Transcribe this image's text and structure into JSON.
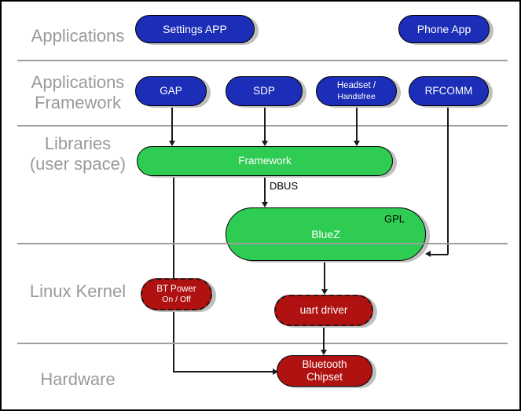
{
  "layers": [
    {
      "id": "applications",
      "label_lines": [
        "Applications"
      ]
    },
    {
      "id": "applications_framework",
      "label_lines": [
        "Applications",
        "Framework"
      ]
    },
    {
      "id": "libraries_user_space",
      "label_lines": [
        "Libraries",
        "(user space)"
      ]
    },
    {
      "id": "linux_kernel",
      "label_lines": [
        "Linux Kernel"
      ]
    },
    {
      "id": "hardware",
      "label_lines": [
        "Hardware"
      ]
    }
  ],
  "nodes": {
    "settings_app": {
      "label": "Settings APP"
    },
    "phone_app": {
      "label": "Phone App"
    },
    "gap": {
      "label": "GAP"
    },
    "sdp": {
      "label": "SDP"
    },
    "headset": {
      "line1": "Headset /",
      "line2": "Handsfree"
    },
    "rfcomm": {
      "label": "RFCOMM"
    },
    "framework": {
      "label": "Framework"
    },
    "bluez": {
      "label": "BlueZ",
      "badge": "GPL"
    },
    "bt_power": {
      "line1": "BT Power",
      "line2": "On / Off"
    },
    "uart_driver": {
      "label": "uart driver"
    },
    "bluetooth_chipset": {
      "line1": "Bluetooth",
      "line2": "Chipset"
    }
  },
  "edges": {
    "dbus_label": "DBUS"
  },
  "colors": {
    "app_blue": "#1c2db8",
    "lib_green": "#2ecc52",
    "kernel_red": "#b01111",
    "label_gray": "#9a9a9a",
    "separator_gray": "#9e9e9e",
    "shadow_gray": "#bfbfbf",
    "connector_black": "#1a1a1a"
  }
}
